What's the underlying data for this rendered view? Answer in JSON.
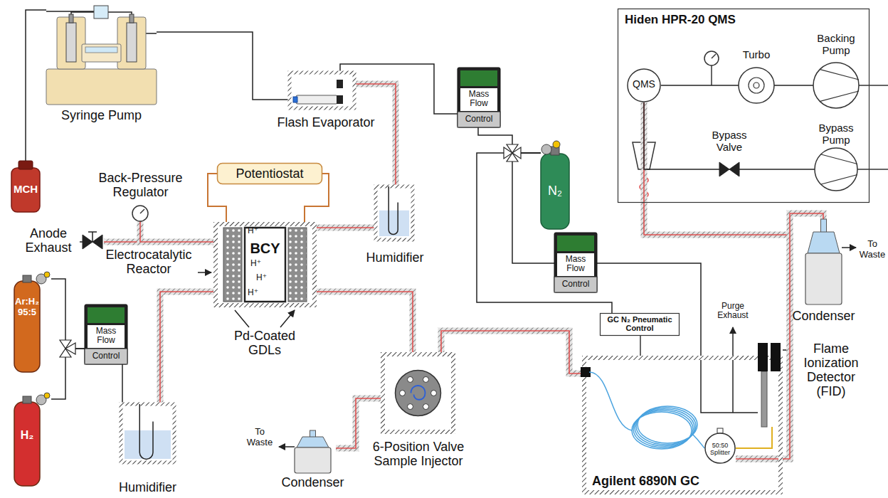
{
  "diagram": {
    "nodes": [
      {
        "text": [
          "Syringe Pump"
        ]
      },
      {
        "text": [
          "MCH"
        ]
      },
      {
        "text": [
          "Flash Evaporator"
        ]
      },
      {
        "text": [
          "Mass Flow",
          "Control"
        ]
      },
      {
        "text": [
          "N₂"
        ]
      },
      {
        "text": [
          "Hiden HPR-20 QMS"
        ]
      },
      {
        "text": [
          "QMS"
        ],
        "in": 5
      },
      {
        "text": [
          "Turbo"
        ],
        "in": 5
      },
      {
        "text": [
          "Backing Pump"
        ],
        "in": 5
      },
      {
        "text": [
          "Bypass Valve"
        ],
        "in": 5
      },
      {
        "text": [
          "Bypass Pump"
        ],
        "in": 5
      },
      {
        "text": [
          "Back-Pressure Regulator"
        ]
      },
      {
        "text": [
          "Potentiostat"
        ]
      },
      {
        "text": [
          "BCY"
        ]
      },
      {
        "text": [
          "Humidifier"
        ]
      },
      {
        "text": [
          "Ar:H₂ 95:5"
        ]
      },
      {
        "text": [
          "H₂"
        ]
      },
      {
        "text": [
          "Mass Flow",
          "Control"
        ]
      },
      {
        "text": [
          "Humidifier"
        ]
      },
      {
        "text": [
          "Mass Flow",
          "Control"
        ]
      },
      {
        "text": [
          "GC N₂ Pneumatic Control"
        ]
      },
      {
        "text": [
          "6-Position Valve Sample Injector"
        ]
      },
      {
        "text": [
          "Condenser"
        ]
      },
      {
        "text": [
          "Condenser"
        ]
      },
      {
        "text": [
          "Agilent 6890N GC"
        ]
      },
      {
        "text": [
          "50:50 Splitter"
        ],
        "in": 24
      },
      {
        "text": [
          "Flame Ionization Detector (FID)"
        ]
      }
    ],
    "edges": [
      {
        "from": 1,
        "to": 0,
        "arrow": "none"
      },
      {
        "from": 0,
        "to": 2,
        "arrow": "none"
      },
      {
        "from": 3,
        "to": 2,
        "arrow": "none"
      },
      {
        "from": 4,
        "to": 3,
        "arrow": "none"
      },
      {
        "from": 4,
        "to": 19,
        "arrow": "none"
      },
      {
        "from": 4,
        "to": 20,
        "arrow": "none"
      },
      {
        "from": 2,
        "to": 14,
        "arrow": "none"
      },
      {
        "from": 14,
        "to": 13,
        "arrow": "none"
      },
      {
        "from": 13,
        "to": 11,
        "arrow": "none"
      },
      {
        "from": 12,
        "to": 13,
        "arrow": "none"
      },
      {
        "from": 12,
        "to": 13,
        "arrow": "none"
      },
      {
        "from": 15,
        "to": 17,
        "arrow": "none"
      },
      {
        "from": 16,
        "to": 17,
        "arrow": "none"
      },
      {
        "from": 17,
        "to": 18,
        "arrow": "none"
      },
      {
        "from": 18,
        "to": 13,
        "arrow": "none"
      },
      {
        "from": 13,
        "to": 21,
        "arrow": "none"
      },
      {
        "from": 21,
        "to": 22,
        "arrow": "none"
      },
      {
        "from": 21,
        "to": 24,
        "arrow": "none"
      },
      {
        "from": 19,
        "to": 26,
        "arrow": "none"
      },
      {
        "from": 25,
        "to": 26,
        "arrow": "none"
      },
      {
        "from": 25,
        "to": 6,
        "arrow": "none"
      },
      {
        "from": 25,
        "to": 23,
        "arrow": "none"
      },
      {
        "from": 6,
        "to": 7,
        "arrow": "none"
      },
      {
        "from": 7,
        "to": 8,
        "arrow": "none"
      },
      {
        "from": 6,
        "to": 9,
        "arrow": "none"
      },
      {
        "from": 9,
        "to": 10,
        "arrow": "none"
      }
    ],
    "labels": [
      "Anode Exhaust",
      "Electrocatalytic Reactor",
      "H⁺",
      "H⁺",
      "H⁺",
      "H⁺",
      "Pd-Coated GDLs",
      "To Waste",
      "To Waste",
      "Purge Exhaust"
    ]
  }
}
